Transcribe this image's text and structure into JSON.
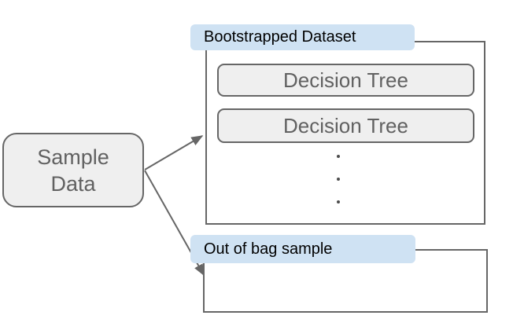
{
  "colors": {
    "background": "#ffffff",
    "box_fill": "#efefef",
    "box_border": "#666666",
    "box_text": "#616161",
    "label_fill": "#cfe2f3",
    "label_text": "#000000",
    "arrow": "#666666",
    "dot": "#4d4d4d"
  },
  "nodes": {
    "sample_data": {
      "line1": "Sample",
      "line2": "Data"
    },
    "bootstrapped_dataset": {
      "label": "Bootstrapped Dataset"
    },
    "decision_trees": [
      "Decision Tree",
      "Decision Tree"
    ],
    "out_of_bag": {
      "label": "Out of bag sample"
    }
  },
  "icons": {
    "vertical_ellipsis": "⋮",
    "arrow_right_up": "➚",
    "arrow_right_down": "➘"
  },
  "edges": [
    {
      "from": "sample_data",
      "to": "bootstrapped_dataset"
    },
    {
      "from": "sample_data",
      "to": "out_of_bag"
    }
  ]
}
